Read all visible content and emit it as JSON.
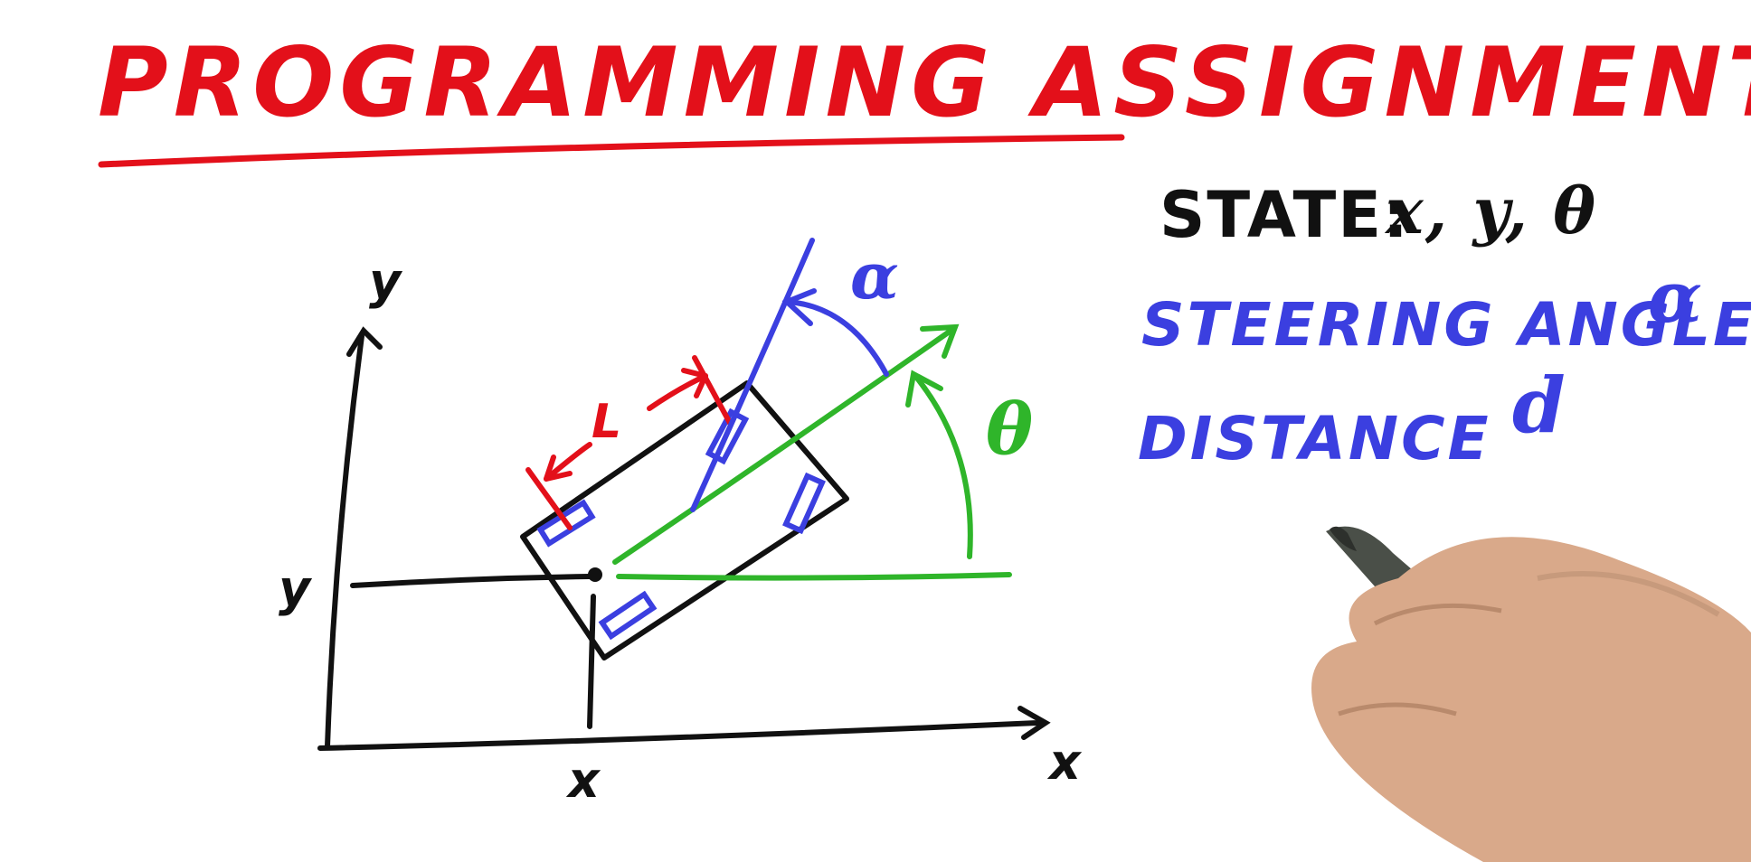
{
  "title": "PROGRAMMING ASSIGNMENT",
  "state": {
    "label": "STATE:",
    "vars": "x, y, θ"
  },
  "steering": {
    "label": "STEERING ANGLE:",
    "symbol": "α"
  },
  "distance": {
    "label": "DISTANCE",
    "symbol": "d"
  },
  "diagram": {
    "y_axis_label": "y",
    "x_axis_label": "x",
    "y_coord_label": "y",
    "x_coord_label": "x",
    "length_label": "L",
    "alpha_label": "α",
    "theta_label": "θ"
  },
  "colors": {
    "title": "#e3101a",
    "black": "#111111",
    "blue": "#3b3fe0",
    "green": "#2fb52a",
    "red": "#e3101a",
    "hand": "#d9a98a",
    "pen": "#4a4f48"
  }
}
